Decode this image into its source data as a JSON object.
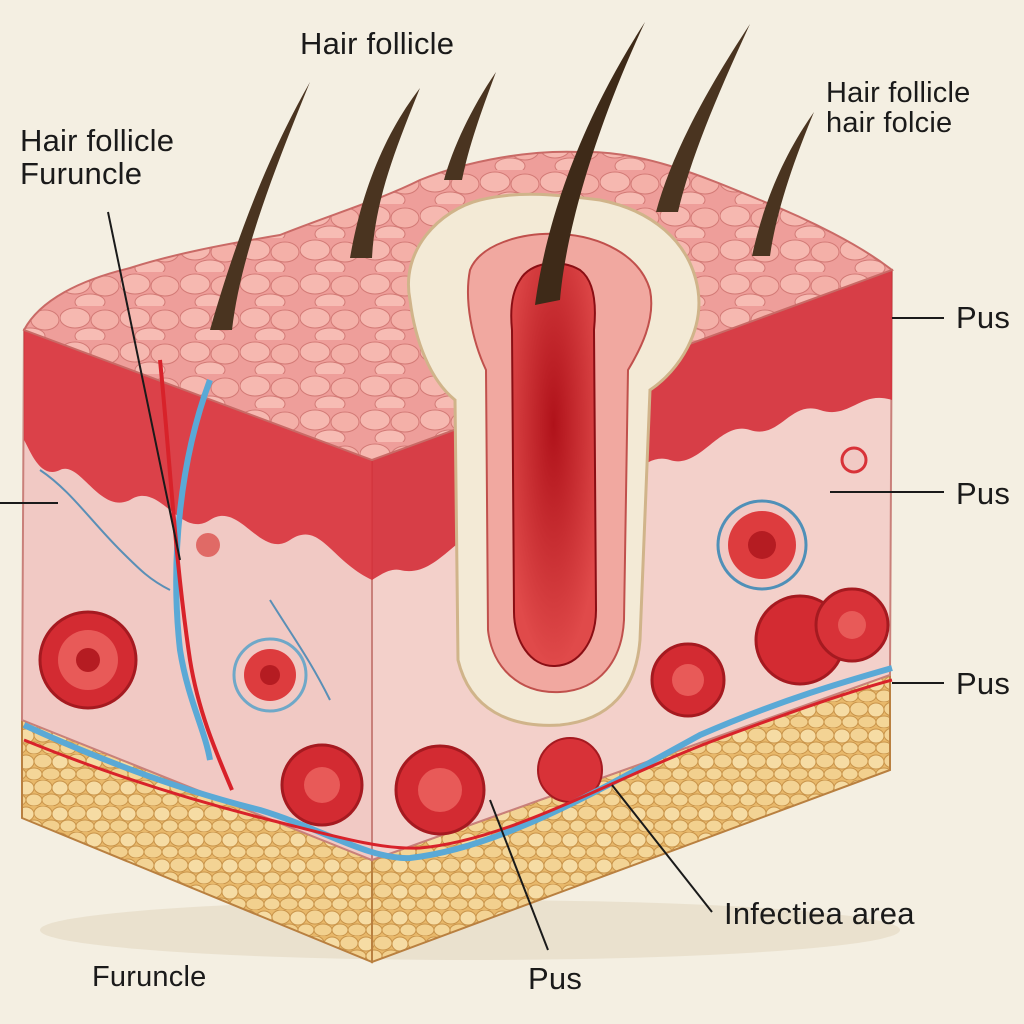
{
  "labels": {
    "hair_follicle_top": "Hair follicle",
    "hair_follicle_furuncle_line1": "Hair follicle",
    "hair_follicle_furuncle_line2": "Furuncle",
    "hair_follicle_right_line1": "Hair follicle",
    "hair_follicle_right_line2": "hair folcie",
    "pus_right_1": "Pus",
    "pus_right_2": "Pus",
    "pus_right_3": "Pus",
    "pus_bottom": "Pus",
    "infection_area": "Infectiea area",
    "furuncle_bottom": "Furuncle"
  },
  "colors": {
    "background": "#f4efe2",
    "epidermis": "#f0a3a0",
    "dermis": "#f1c9c4",
    "dermis_band": "#d8323c",
    "fat": "#f0cc8a",
    "pus": "#f3ead6",
    "vein": "#5aa9d6",
    "artery": "#d8222a",
    "hair": "#4a3420"
  }
}
